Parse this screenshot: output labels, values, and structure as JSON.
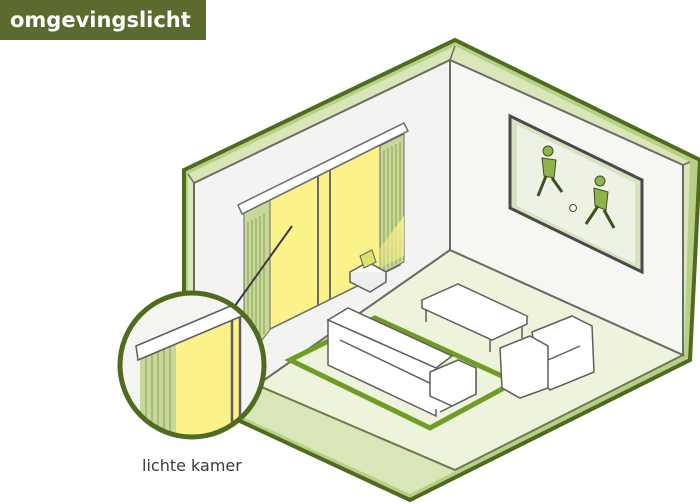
{
  "header": {
    "title": "omgevingslicht"
  },
  "caption": {
    "label": "lichte kamer"
  },
  "colors": {
    "brand_dark_green": "#5b6b2e",
    "room_green": "#a8c66c",
    "floor": "#eef3dc",
    "window_light": "#fbf28a",
    "outline": "#5e5e5e"
  },
  "icons": {
    "projector": "projector-icon",
    "soccer_players": "soccer-players-icon",
    "zoom_callout": "magnifier-callout"
  }
}
